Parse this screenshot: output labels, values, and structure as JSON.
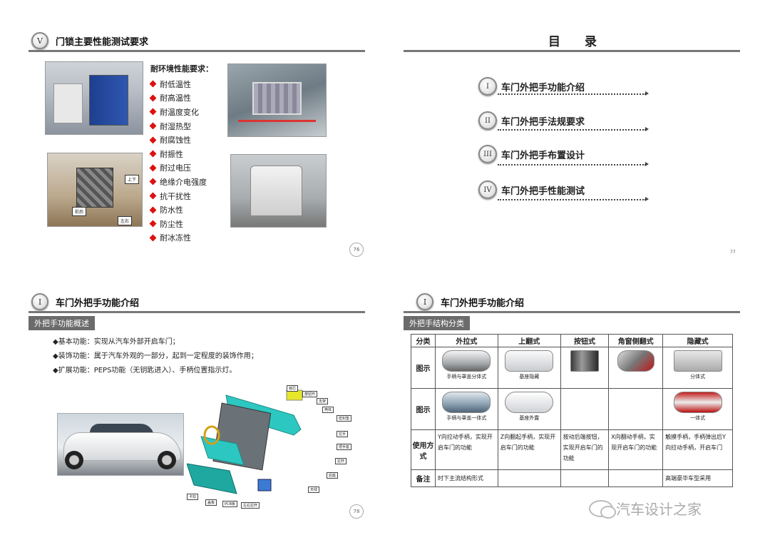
{
  "slide1": {
    "badge": "V",
    "title": "门锁主要性能测试要求",
    "req_title": "耐环境性能要求：",
    "reqs": [
      "耐低温性",
      "耐高温性",
      "耐温度变化",
      "耐湿热型",
      "耐腐蚀性",
      "耐振性",
      "耐过电压",
      "绝缘介电强度",
      "抗干扰性",
      "防水性",
      "防尘性",
      "耐冰冻性"
    ],
    "rig_tags": [
      "上下",
      "前后",
      "左右"
    ],
    "page": "76"
  },
  "slide2": {
    "title": "目 录",
    "items": [
      {
        "badge": "I",
        "label": "车门外把手功能介绍"
      },
      {
        "badge": "II",
        "label": "车门外把手法规要求"
      },
      {
        "badge": "III",
        "label": "车门外把手布置设计"
      },
      {
        "badge": "IV",
        "label": "车门外把手性能测试"
      }
    ],
    "page": "77"
  },
  "slide3": {
    "badge": "I",
    "title": "车门外把手功能介绍",
    "sub": "外把手功能概述",
    "features": [
      "◆基本功能：实现从汽车外部开启车门；",
      "◆装饰功能：属于汽车外观的一部分，起到一定程度的装饰作用；",
      "◆扩展功能：PEPS功能（无钥匙进入）、手柄位置指示灯。"
    ],
    "part_labels": [
      "锁芯",
      "按钮开",
      "支架",
      "壳体",
      "密封垫",
      "拉手",
      "把手座",
      "拉杆",
      "后座",
      "天线",
      "卡扣",
      "盖板",
      "PCB板",
      "左右拉杆"
    ],
    "page": "78"
  },
  "slide4": {
    "badge": "I",
    "title": "车门外把手功能介绍",
    "sub": "外把手结构分类",
    "headers": [
      "分类",
      "外拉式",
      "上翻式",
      "按钮式",
      "角窗侧翻式",
      "隐藏式"
    ],
    "row1_label": "图示",
    "row1_caps": [
      "手柄与罩盖分体式",
      "基座隐藏",
      "",
      "",
      "分体式"
    ],
    "row2_label": "图示",
    "row2_caps": [
      "手柄与罩盖一体式",
      "基座外露",
      "",
      "",
      "一体式"
    ],
    "use_label": "使用方式",
    "use": [
      "Y向拉动手柄，实现开启车门的功能",
      "Z向翻起手柄，实现开启车门的功能",
      "按动后端按钮，实现开启车门的功能",
      "X向翻动手柄，实现开启车门的功能",
      "触摸手柄，手柄弹出后Y向拉动手柄，开启车门"
    ],
    "note_label": "备注",
    "notes": [
      "时下主流结构形式",
      "",
      "",
      "",
      "高端豪华车型采用"
    ]
  },
  "watermark": "汽车设计之家"
}
